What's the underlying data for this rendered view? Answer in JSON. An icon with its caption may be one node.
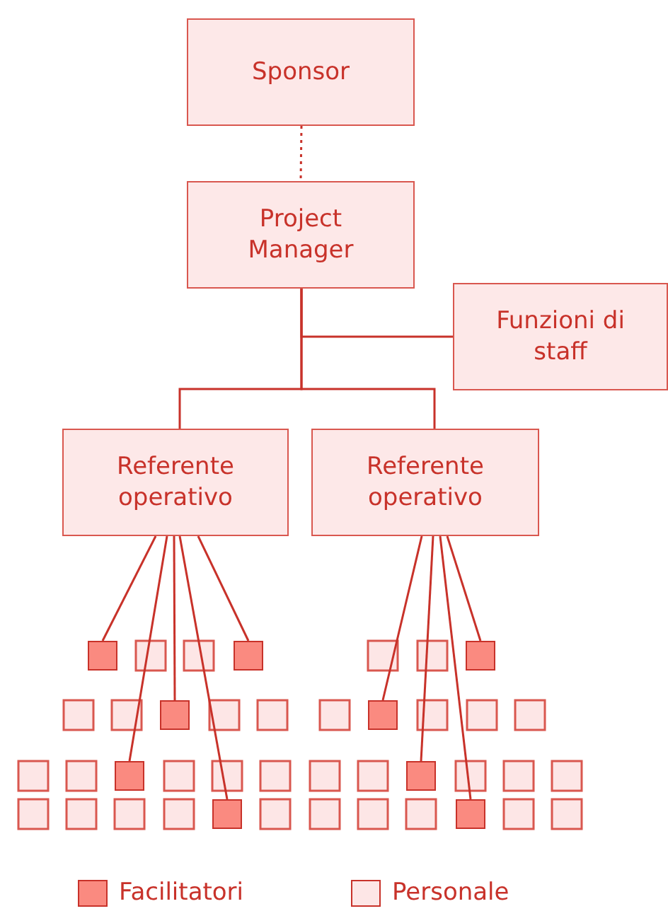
{
  "diagram": {
    "nodes": [
      {
        "text": [
          "Sponsor"
        ]
      },
      {
        "text": [
          "Project Manager"
        ]
      },
      {
        "text": [
          "Funzioni di staff"
        ]
      },
      {
        "text": [
          "Referente operativo"
        ]
      },
      {
        "text": [
          "Referente operativo"
        ]
      },
      {
        "text": [],
        "shape": "box"
      },
      {
        "text": [],
        "shape": "box"
      },
      {
        "text": [],
        "shape": "box"
      },
      {
        "text": [],
        "shape": "box"
      },
      {
        "text": [],
        "shape": "box"
      },
      {
        "text": [],
        "shape": "box"
      },
      {
        "text": [],
        "shape": "box"
      },
      {
        "text": [],
        "shape": "box"
      },
      {
        "text": [],
        "shape": "box"
      }
    ],
    "edges": [
      {
        "from": 0,
        "to": 1,
        "arrow": "none",
        "style": "dashed"
      },
      {
        "from": 1,
        "to": 2,
        "arrow": "none"
      },
      {
        "from": 1,
        "to": 3,
        "arrow": "none"
      },
      {
        "from": 1,
        "to": 4,
        "arrow": "none"
      },
      {
        "from": 3,
        "to": 5,
        "arrow": "none"
      },
      {
        "from": 3,
        "to": 6,
        "arrow": "none"
      },
      {
        "from": 3,
        "to": 8,
        "arrow": "none"
      },
      {
        "from": 3,
        "to": 10,
        "arrow": "none"
      },
      {
        "from": 3,
        "to": 12,
        "arrow": "none"
      },
      {
        "from": 4,
        "to": 7,
        "arrow": "none"
      },
      {
        "from": 4,
        "to": 9,
        "arrow": "none"
      },
      {
        "from": 4,
        "to": 11,
        "arrow": "none"
      },
      {
        "from": 4,
        "to": 13,
        "arrow": "none"
      }
    ],
    "legend": [
      {
        "text": "Facilitatori",
        "color": "#fa8a80"
      },
      {
        "text": "Personale",
        "color": "#fde6e6"
      }
    ]
  }
}
